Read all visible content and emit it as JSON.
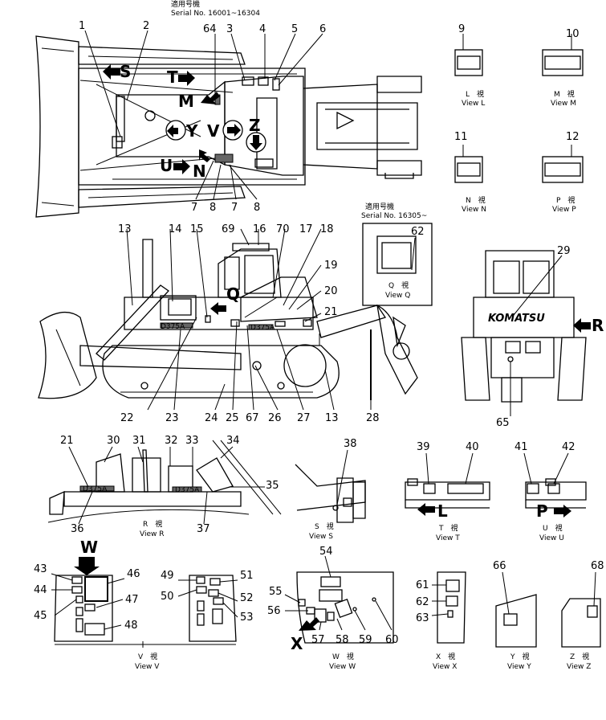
{
  "header_top": {
    "line1": "適用号機",
    "line2": "Serial No. 16001~16304"
  },
  "header_q": {
    "line1": "適用号機",
    "line2": "Serial No. 16305~"
  },
  "brand": "KOMATSU",
  "plate_text": "D375A",
  "letters": {
    "S": "S",
    "T": "T",
    "M": "M",
    "Y": "Y",
    "V": "V",
    "Z": "Z",
    "U": "U",
    "N": "N",
    "Q": "Q",
    "R": "R",
    "L": "L",
    "P": "P",
    "W": "W",
    "X": "X"
  },
  "callouts": {
    "n1": "1",
    "n2": "2",
    "n3": "3",
    "n4": "4",
    "n5": "5",
    "n6": "6",
    "n7a": "7",
    "n7b": "7",
    "n8a": "8",
    "n8b": "8",
    "n9": "9",
    "n10": "10",
    "n11": "11",
    "n12": "12",
    "n13a": "13",
    "n13b": "13",
    "n14": "14",
    "n15": "15",
    "n16": "16",
    "n17": "17",
    "n18": "18",
    "n19": "19",
    "n20": "20",
    "n21a": "21",
    "n21b": "21",
    "n22": "22",
    "n23": "23",
    "n24": "24",
    "n25": "25",
    "n26": "26",
    "n27": "27",
    "n28": "28",
    "n29": "29",
    "n30": "30",
    "n31": "31",
    "n32": "32",
    "n33": "33",
    "n34": "34",
    "n35": "35",
    "n36": "36",
    "n37": "37",
    "n38": "38",
    "n39": "39",
    "n40": "40",
    "n41": "41",
    "n42": "42",
    "n43": "43",
    "n44": "44",
    "n45": "45",
    "n46": "46",
    "n47": "47",
    "n48": "48",
    "n49": "49",
    "n50": "50",
    "n51": "51",
    "n52": "52",
    "n53": "53",
    "n54": "54",
    "n55": "55",
    "n56": "56",
    "n57": "57",
    "n58": "58",
    "n59": "59",
    "n60": "60",
    "n61": "61",
    "n62a": "62",
    "n62b": "62",
    "n63": "63",
    "n64": "64",
    "n65": "65",
    "n66": "66",
    "n67": "67",
    "n68": "68",
    "n69": "69",
    "n70": "70"
  },
  "views": {
    "L": {
      "jp": "L　視",
      "en": "View L"
    },
    "M": {
      "jp": "M　視",
      "en": "View M"
    },
    "N": {
      "jp": "N　視",
      "en": "View N"
    },
    "P": {
      "jp": "P　視",
      "en": "View P"
    },
    "Q": {
      "jp": "Q　視",
      "en": "View Q"
    },
    "R": {
      "jp": "R　視",
      "en": "View R"
    },
    "S": {
      "jp": "S　視",
      "en": "View S"
    },
    "T": {
      "jp": "T　視",
      "en": "View T"
    },
    "U": {
      "jp": "U　視",
      "en": "View U"
    },
    "V": {
      "jp": "V　視",
      "en": "View V"
    },
    "W": {
      "jp": "W　視",
      "en": "View W"
    },
    "X": {
      "jp": "X　視",
      "en": "View X"
    },
    "Y": {
      "jp": "Y　視",
      "en": "View Y"
    },
    "Z": {
      "jp": "Z　視",
      "en": "View Z"
    }
  }
}
